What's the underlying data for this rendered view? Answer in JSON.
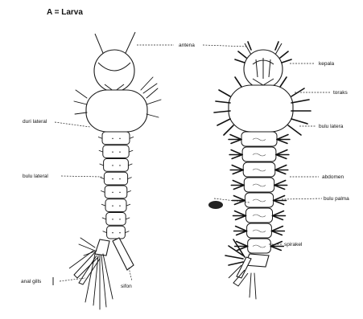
{
  "title": "A = Larva",
  "labels": {
    "antena": "antena",
    "kepala": "kepala",
    "toraks": "toraks",
    "duri_lateral": "duri lateral",
    "bulu_lateral_left": "bulu lateral",
    "bulu_lateral_right": "bulu latera",
    "abdomen": "abdomen",
    "bulu_palma": "bulu palma",
    "spirakel": "spirakel",
    "anal_gills": "anal gills",
    "sifon": "sifon"
  },
  "figure": {
    "left_specimen": "larva-dorsal-view",
    "right_specimen": "larva-with-palmate-hairs",
    "abdominal_segments": 8
  }
}
